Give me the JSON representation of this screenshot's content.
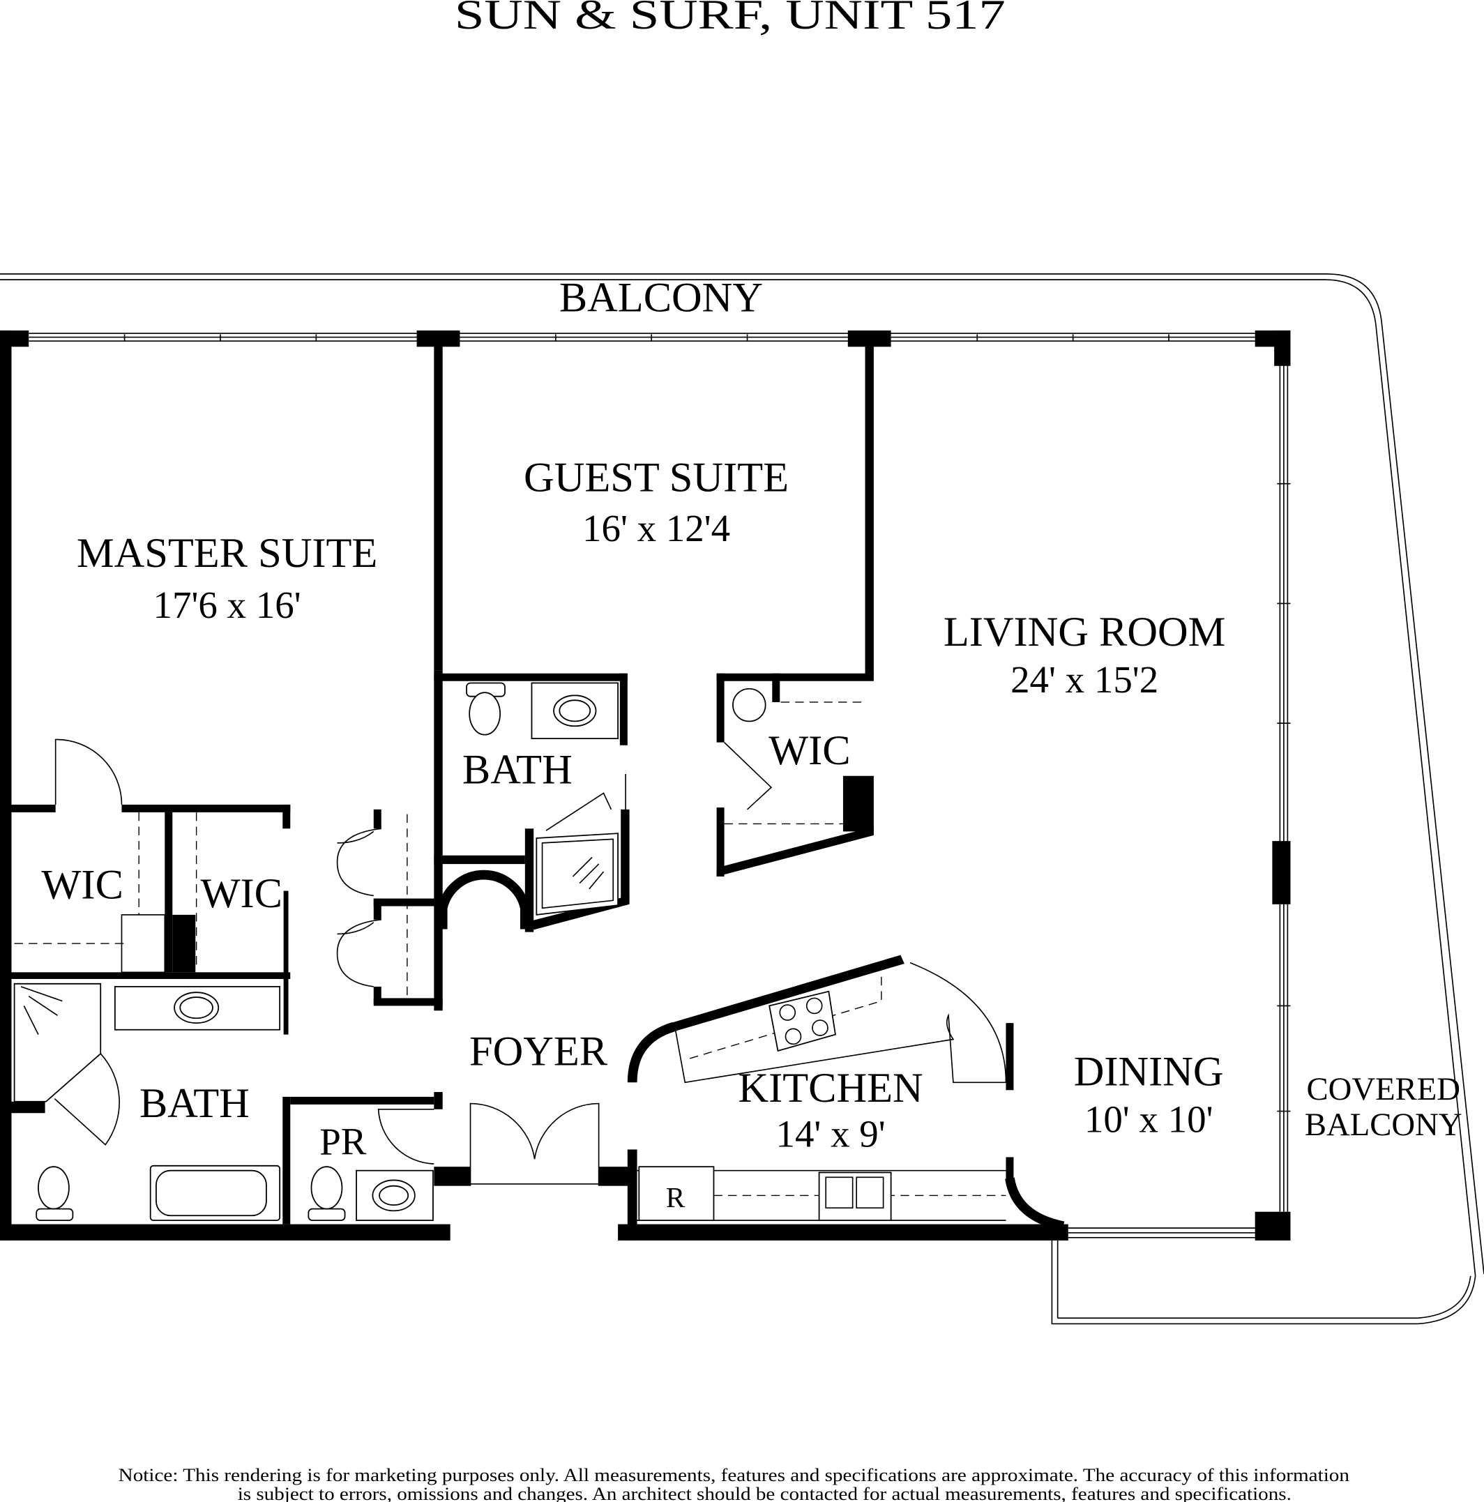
{
  "title": "SUN & SURF,  UNIT 517",
  "rooms": {
    "balcony": "BALCONY",
    "master_suite": {
      "name": "MASTER SUITE",
      "dims": "17'6 x 16'"
    },
    "guest_suite": {
      "name": "GUEST SUITE",
      "dims": "16' x 12'4"
    },
    "living_room": {
      "name": "LIVING ROOM",
      "dims": "24' x 15'2"
    },
    "guest_bath": "BATH",
    "living_wic": "WIC",
    "master_wic_1": "WIC",
    "master_wic_2": "WIC",
    "master_bath": "BATH",
    "foyer": "FOYER",
    "kitchen": {
      "name": "KITCHEN",
      "dims": "14' x 9'"
    },
    "dining": {
      "name": "DINING",
      "dims": "10' x 10'"
    },
    "powder_room": "PR",
    "refrigerator": "R",
    "covered_balcony_1": "COVERED",
    "covered_balcony_2": "BALCONY"
  },
  "notice": {
    "line1": "Notice: This rendering is for marketing purposes only. All measurements, features and specifications are approximate. The accuracy of this information",
    "line2": "is subject to errors, omissions and changes. An architect should be contacted for actual measurements, features and specifications."
  }
}
